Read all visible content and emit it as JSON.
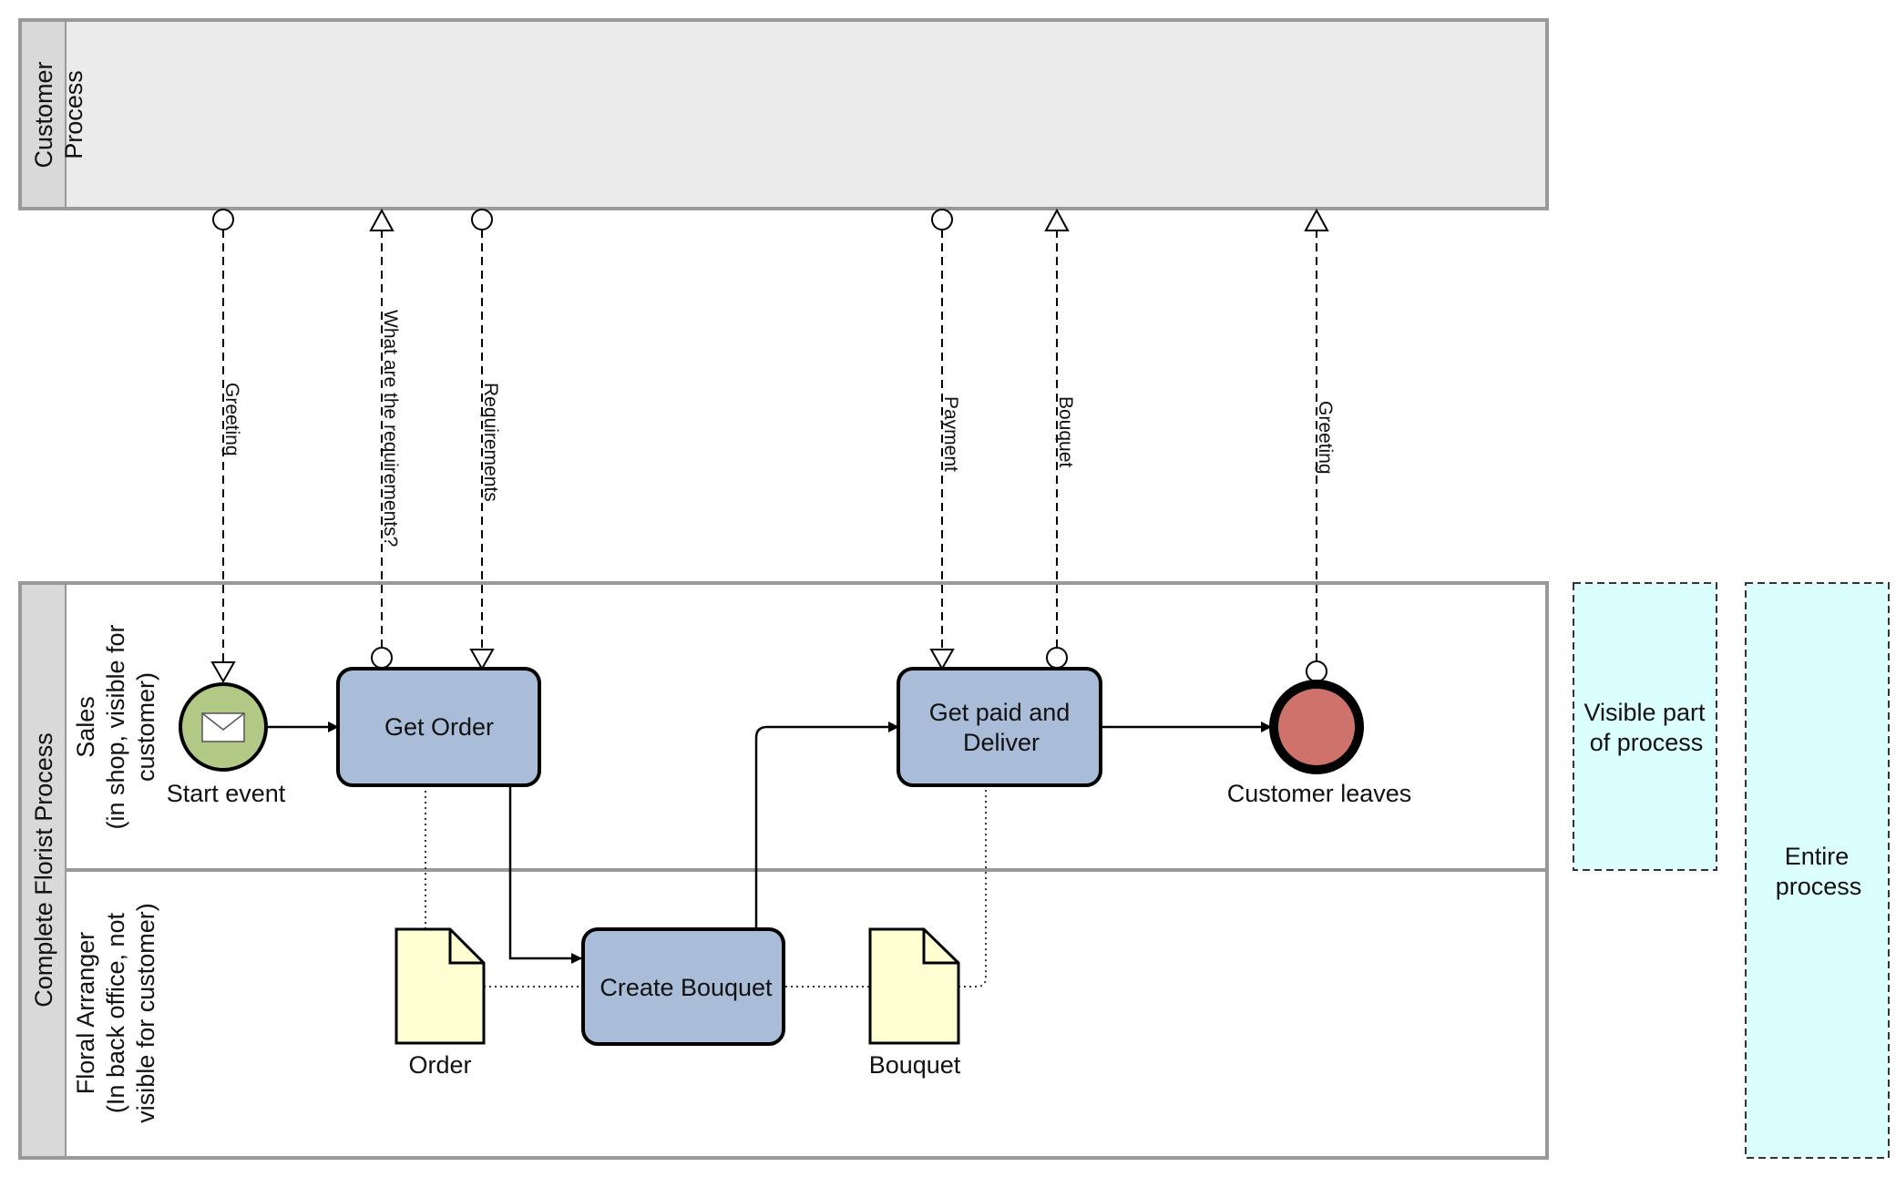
{
  "pools": {
    "customer": {
      "label_line1": "Customer",
      "label_line2": "Process"
    },
    "florist": {
      "label": "Complete Florist Process"
    }
  },
  "lanes": {
    "sales": {
      "label_line1": "Sales",
      "label_line2": "(in shop, visible for",
      "label_line3": "customer)"
    },
    "arranger": {
      "label_line1": "Floral Arranger",
      "label_line2": "(In back office, not",
      "label_line3": "visible for customer)"
    }
  },
  "tasks": {
    "get_order": {
      "label": "Get Order"
    },
    "create_bouquet": {
      "label": "Create Bouquet"
    },
    "get_paid": {
      "label_line1": "Get paid and",
      "label_line2": "Deliver"
    }
  },
  "events": {
    "start": {
      "label": "Start event",
      "icon": "envelope-icon"
    },
    "end": {
      "label": "Customer leaves"
    }
  },
  "data_objects": {
    "order": {
      "label": "Order"
    },
    "bouquet": {
      "label": "Bouquet"
    }
  },
  "message_flows": {
    "greeting_in": "Greeting",
    "what_requirements": "What are the requirements?",
    "requirements": "Requirements",
    "payment": "Payment",
    "bouquet": "Bouquet",
    "greeting_out": "Greeting"
  },
  "legend": {
    "visible": {
      "line1": "Visible part",
      "line2": "of process"
    },
    "entire": {
      "line1": "Entire",
      "line2": "process"
    }
  },
  "colors": {
    "pool_header": "#d9d9d9",
    "customer_pool_fill": "#ebebeb",
    "task_fill": "#a9bdd9",
    "start_event_fill": "#b2c986",
    "end_event_fill": "#d0726c",
    "data_object_fill": "#ffffd4",
    "legend_fill": "#dafffe"
  }
}
